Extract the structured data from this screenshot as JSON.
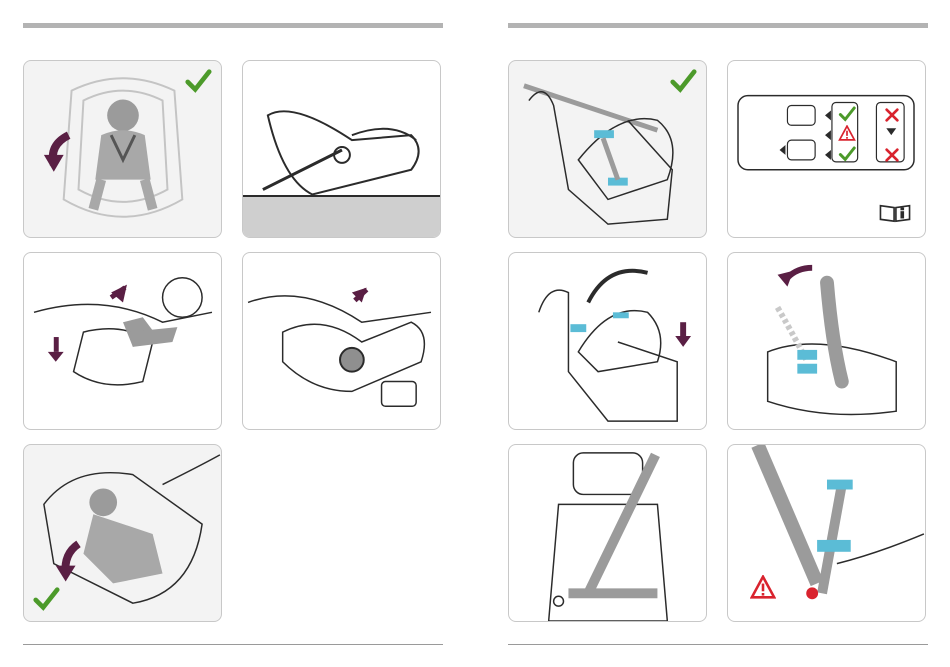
{
  "colors": {
    "check": "#4c9a2a",
    "cross": "#d9232e",
    "arrow": "#5a1f44",
    "accent_blue": "#5bbcd6",
    "warning": "#d9232e",
    "line": "#2b2b2b",
    "gray_fill": "#c9c9c9"
  },
  "icons": {
    "check": "check-icon",
    "cross": "cross-icon",
    "warning": "warning-icon",
    "manual": "manual-info-icon",
    "arrow": "arrow-icon"
  },
  "panels": [
    {
      "id": "left-1",
      "content": "baby-in-seat-top-view",
      "marks": [
        "check-icon",
        "curved-arrow-icon"
      ]
    },
    {
      "id": "left-2",
      "content": "seat-on-floor-side-view",
      "marks": []
    },
    {
      "id": "left-3",
      "content": "harness-insertion",
      "marks": [
        "arrow-icon",
        "arrow-icon"
      ]
    },
    {
      "id": "left-4",
      "content": "buckle-press",
      "marks": [
        "arrow-icon"
      ]
    },
    {
      "id": "left-5",
      "content": "baby-strapped-in",
      "marks": [
        "check-icon",
        "curved-arrow-icon"
      ]
    },
    {
      "id": "right-1",
      "content": "seat-on-car-seat-belt-routing",
      "marks": [
        "check-icon"
      ]
    },
    {
      "id": "right-2",
      "content": "airbag-compatibility-diagram",
      "marks": [
        "check-icon",
        "cross-icon",
        "warning-icon",
        "cross-icon",
        "check-icon",
        "manual-info-icon"
      ]
    },
    {
      "id": "right-3",
      "content": "placing-seat-in-car",
      "marks": [
        "arrow-icon"
      ]
    },
    {
      "id": "right-4",
      "content": "handle-rotation",
      "marks": [
        "curved-arrow-icon"
      ]
    },
    {
      "id": "right-5",
      "content": "car-seat-with-belt",
      "marks": []
    },
    {
      "id": "right-6",
      "content": "belt-through-guides",
      "marks": [
        "warning-icon"
      ]
    }
  ]
}
